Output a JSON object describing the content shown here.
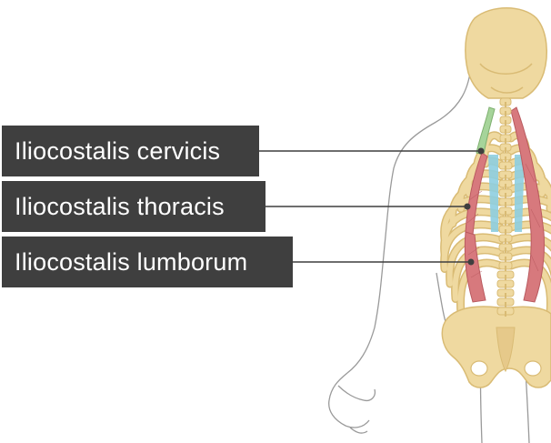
{
  "labels": [
    {
      "text": "Iliocostalis cervicis",
      "muscle": "iliocostalis-cervicis"
    },
    {
      "text": "Iliocostalis thoracis",
      "muscle": "iliocostalis-thoracis"
    },
    {
      "text": "Iliocostalis lumborum",
      "muscle": "iliocostalis-lumborum"
    }
  ],
  "colors": {
    "label_bg": "#3f3f3f",
    "label_text": "#ffffff",
    "leader_line": "#3f3f3f",
    "bone": "#efd9a0",
    "bone_shade": "#d9bb74",
    "muscle_red": "#d7797d",
    "muscle_red_dark": "#b95a5f",
    "muscle_green": "#a6d49a",
    "muscle_blue": "#8ecfe0",
    "body_outline": "#9a9a9a"
  }
}
